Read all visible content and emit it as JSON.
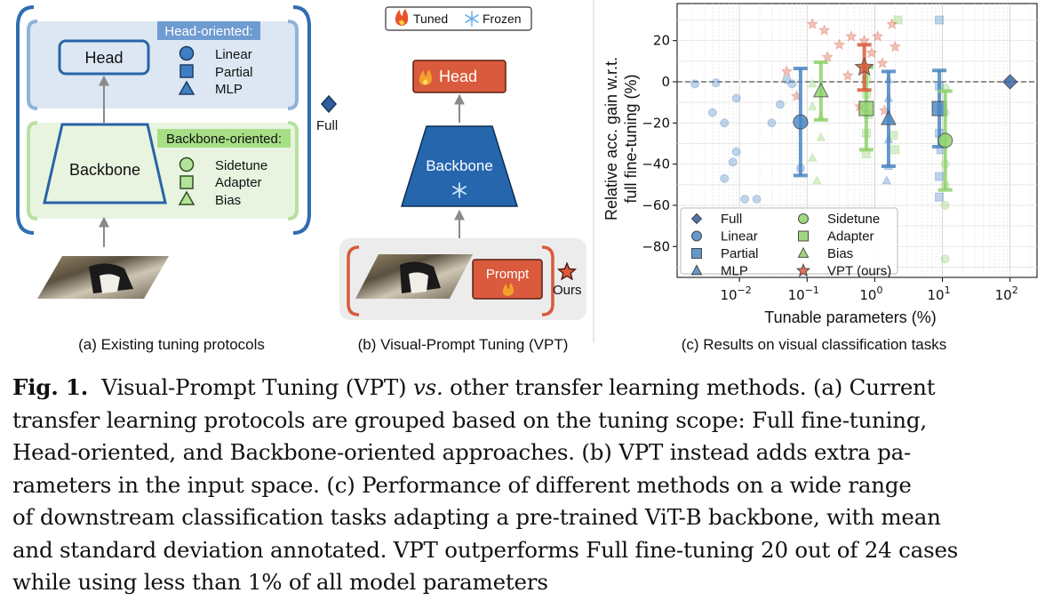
{
  "panel_a": {
    "head_label": "Head",
    "backbone_label": "Backbone",
    "head_group_title": "Head-oriented:",
    "head_methods": [
      "Linear",
      "Partial",
      "MLP"
    ],
    "backbone_group_title": "Backbone-oriented:",
    "backbone_methods": [
      "Sidetune",
      "Adapter",
      "Bias"
    ],
    "full_label": "Full",
    "caption": "(a)  Existing tuning protocols"
  },
  "panel_b": {
    "legend_tuned": "Tuned",
    "legend_frozen": "Frozen",
    "head_label": "Head",
    "backbone_label": "Backbone",
    "prompt_label": "Prompt",
    "ours_label": "Ours",
    "caption": "(b) Visual-Prompt Tuning (VPT)"
  },
  "panel_c": {
    "caption": "(c) Results on visual classification tasks"
  },
  "chart_data": {
    "type": "scatter",
    "xlabel": "Tunable parameters (%)",
    "ylabel": "Relative acc. gain w.r.t. full fine-tuning (%)",
    "ylabel_lines": [
      "Relative acc. gain w.r.t.",
      "full fine-tuning (%)"
    ],
    "x_scale": "log",
    "xlim": [
      0.0012,
      250
    ],
    "ylim": [
      -95,
      38
    ],
    "x_ticks": [
      {
        "value": 0.01,
        "base": "10",
        "exp": "−2"
      },
      {
        "value": 0.1,
        "base": "10",
        "exp": "−1"
      },
      {
        "value": 1,
        "base": "10",
        "exp": "0"
      },
      {
        "value": 10,
        "base": "10",
        "exp": "1"
      },
      {
        "value": 100,
        "base": "10",
        "exp": "2"
      }
    ],
    "y_ticks": [
      {
        "value": 20,
        "label": "20"
      },
      {
        "value": 0,
        "label": "0"
      },
      {
        "value": -20,
        "label": "−20"
      },
      {
        "value": -40,
        "label": "−40"
      },
      {
        "value": -60,
        "label": "−60"
      },
      {
        "value": -80,
        "label": "−80"
      }
    ],
    "reference_line_y": 0,
    "grid": true,
    "legend_position": "lower-left",
    "colors": {
      "full": "#2f5e9e",
      "head": "#4a86c2",
      "backbone": "#8fd16b",
      "vpt": "#d95a3c"
    },
    "summary": [
      {
        "name": "Full",
        "marker": "diamond",
        "color": "full",
        "x": 100,
        "mean": 0,
        "std": null
      },
      {
        "name": "Linear",
        "marker": "circle",
        "color": "head",
        "x": 0.08,
        "mean": -19.5,
        "std": 26
      },
      {
        "name": "Partial",
        "marker": "square",
        "color": "head",
        "x": 9,
        "mean": -13,
        "std": 18.5
      },
      {
        "name": "MLP",
        "marker": "triangle",
        "color": "head",
        "x": 1.6,
        "mean": -18,
        "std": 23
      },
      {
        "name": "Sidetune",
        "marker": "circle",
        "color": "backbone",
        "x": 11,
        "mean": -28.5,
        "std": 24
      },
      {
        "name": "Adapter",
        "marker": "square",
        "color": "backbone",
        "x": 0.75,
        "mean": -13,
        "std": 20
      },
      {
        "name": "Bias",
        "marker": "triangle",
        "color": "backbone",
        "x": 0.16,
        "mean": -4.5,
        "std": 14
      },
      {
        "name": "VPT (ours)",
        "marker": "star",
        "color": "vpt",
        "x": 0.7,
        "mean": 7,
        "std": 11
      }
    ],
    "points": [
      {
        "m": "circle",
        "c": "head",
        "x": 0.0022,
        "y": -1
      },
      {
        "m": "circle",
        "c": "head",
        "x": 0.004,
        "y": -15
      },
      {
        "m": "circle",
        "c": "head",
        "x": 0.0045,
        "y": -0.5
      },
      {
        "m": "circle",
        "c": "head",
        "x": 0.006,
        "y": -20
      },
      {
        "m": "circle",
        "c": "head",
        "x": 0.006,
        "y": -47
      },
      {
        "m": "circle",
        "c": "head",
        "x": 0.008,
        "y": -39
      },
      {
        "m": "circle",
        "c": "head",
        "x": 0.009,
        "y": -34
      },
      {
        "m": "circle",
        "c": "head",
        "x": 0.009,
        "y": -8
      },
      {
        "m": "circle",
        "c": "head",
        "x": 0.012,
        "y": -57
      },
      {
        "m": "circle",
        "c": "head",
        "x": 0.018,
        "y": -57
      },
      {
        "m": "circle",
        "c": "head",
        "x": 0.03,
        "y": -20
      },
      {
        "m": "circle",
        "c": "head",
        "x": 0.04,
        "y": -11
      },
      {
        "m": "circle",
        "c": "head",
        "x": 0.05,
        "y": 1
      },
      {
        "m": "circle",
        "c": "head",
        "x": 0.06,
        "y": -1
      },
      {
        "m": "circle",
        "c": "head",
        "x": 0.08,
        "y": -42
      },
      {
        "m": "circle",
        "c": "head",
        "x": 0.09,
        "y": -20
      },
      {
        "m": "square",
        "c": "head",
        "x": 9,
        "y": 30
      },
      {
        "m": "square",
        "c": "head",
        "x": 9,
        "y": -2
      },
      {
        "m": "square",
        "c": "head",
        "x": 9.5,
        "y": -13
      },
      {
        "m": "square",
        "c": "head",
        "x": 9,
        "y": -25
      },
      {
        "m": "square",
        "c": "head",
        "x": 9.5,
        "y": -33
      },
      {
        "m": "square",
        "c": "head",
        "x": 9,
        "y": -46
      },
      {
        "m": "square",
        "c": "head",
        "x": 9,
        "y": -56
      },
      {
        "m": "triangle",
        "c": "head",
        "x": 1.6,
        "y": 1
      },
      {
        "m": "triangle",
        "c": "head",
        "x": 1.6,
        "y": -8
      },
      {
        "m": "triangle",
        "c": "head",
        "x": 1.6,
        "y": -18
      },
      {
        "m": "triangle",
        "c": "head",
        "x": 1.6,
        "y": -28
      },
      {
        "m": "triangle",
        "c": "head",
        "x": 1.6,
        "y": -41
      },
      {
        "m": "triangle",
        "c": "head",
        "x": 1.5,
        "y": -48
      },
      {
        "m": "circle",
        "c": "backbone",
        "x": 11,
        "y": -3
      },
      {
        "m": "circle",
        "c": "backbone",
        "x": 11,
        "y": -15
      },
      {
        "m": "circle",
        "c": "backbone",
        "x": 11,
        "y": -28
      },
      {
        "m": "circle",
        "c": "backbone",
        "x": 11,
        "y": -40
      },
      {
        "m": "circle",
        "c": "backbone",
        "x": 11,
        "y": -50
      },
      {
        "m": "circle",
        "c": "backbone",
        "x": 11,
        "y": -60
      },
      {
        "m": "circle",
        "c": "backbone",
        "x": 11,
        "y": -86
      },
      {
        "m": "square",
        "c": "backbone",
        "x": 0.75,
        "y": 1
      },
      {
        "m": "square",
        "c": "backbone",
        "x": 0.75,
        "y": -6
      },
      {
        "m": "square",
        "c": "backbone",
        "x": 0.8,
        "y": -16
      },
      {
        "m": "square",
        "c": "backbone",
        "x": 0.75,
        "y": -25
      },
      {
        "m": "square",
        "c": "backbone",
        "x": 0.75,
        "y": -35
      },
      {
        "m": "square",
        "c": "backbone",
        "x": 1.9,
        "y": -26
      },
      {
        "m": "square",
        "c": "backbone",
        "x": 2.0,
        "y": -33
      },
      {
        "m": "square",
        "c": "backbone",
        "x": 2.2,
        "y": 30
      },
      {
        "m": "triangle",
        "c": "backbone",
        "x": 0.12,
        "y": -1
      },
      {
        "m": "triangle",
        "c": "backbone",
        "x": 0.12,
        "y": -12
      },
      {
        "m": "triangle",
        "c": "backbone",
        "x": 0.16,
        "y": -17
      },
      {
        "m": "triangle",
        "c": "backbone",
        "x": 0.16,
        "y": -27
      },
      {
        "m": "triangle",
        "c": "backbone",
        "x": 0.12,
        "y": -37
      },
      {
        "m": "triangle",
        "c": "backbone",
        "x": 0.14,
        "y": -48
      },
      {
        "m": "star",
        "c": "vpt",
        "x": 0.05,
        "y": 5
      },
      {
        "m": "star",
        "c": "vpt",
        "x": 0.07,
        "y": -7
      },
      {
        "m": "star",
        "c": "vpt",
        "x": 0.12,
        "y": 28
      },
      {
        "m": "star",
        "c": "vpt",
        "x": 0.18,
        "y": 25
      },
      {
        "m": "star",
        "c": "vpt",
        "x": 0.2,
        "y": 12
      },
      {
        "m": "star",
        "c": "vpt",
        "x": 0.3,
        "y": 18
      },
      {
        "m": "star",
        "c": "vpt",
        "x": 0.4,
        "y": 3
      },
      {
        "m": "star",
        "c": "vpt",
        "x": 0.45,
        "y": 22
      },
      {
        "m": "star",
        "c": "vpt",
        "x": 0.6,
        "y": -12
      },
      {
        "m": "star",
        "c": "vpt",
        "x": 0.7,
        "y": 20
      },
      {
        "m": "star",
        "c": "vpt",
        "x": 0.9,
        "y": 14
      },
      {
        "m": "star",
        "c": "vpt",
        "x": 1.1,
        "y": 22
      },
      {
        "m": "star",
        "c": "vpt",
        "x": 1.3,
        "y": 9
      },
      {
        "m": "star",
        "c": "vpt",
        "x": 1.4,
        "y": -14
      },
      {
        "m": "star",
        "c": "vpt",
        "x": 1.8,
        "y": 28
      },
      {
        "m": "star",
        "c": "vpt",
        "x": 2.0,
        "y": 17
      }
    ]
  },
  "caption": {
    "fig_label": "Fig. 1.",
    "line1_a": "Visual-Prompt Tuning (VPT)",
    "line1_vs": "vs.",
    "line1_b": "other transfer learning methods. (a) Current",
    "line2": "transfer learning protocols are grouped based on the tuning scope: Full fine-tuning,",
    "line3": "Head-oriented, and Backbone-oriented approaches. (b) VPT instead adds extra pa-",
    "line4": "rameters in the input space. (c) Performance of different methods on a wide range",
    "line5": "of downstream classification tasks adapting a pre-trained ViT-B backbone, with mean",
    "line6": "and standard deviation annotated. VPT outperforms Full fine-tuning 20 out of 24 cases",
    "line7": "while using less than 1% of all model parameters"
  }
}
